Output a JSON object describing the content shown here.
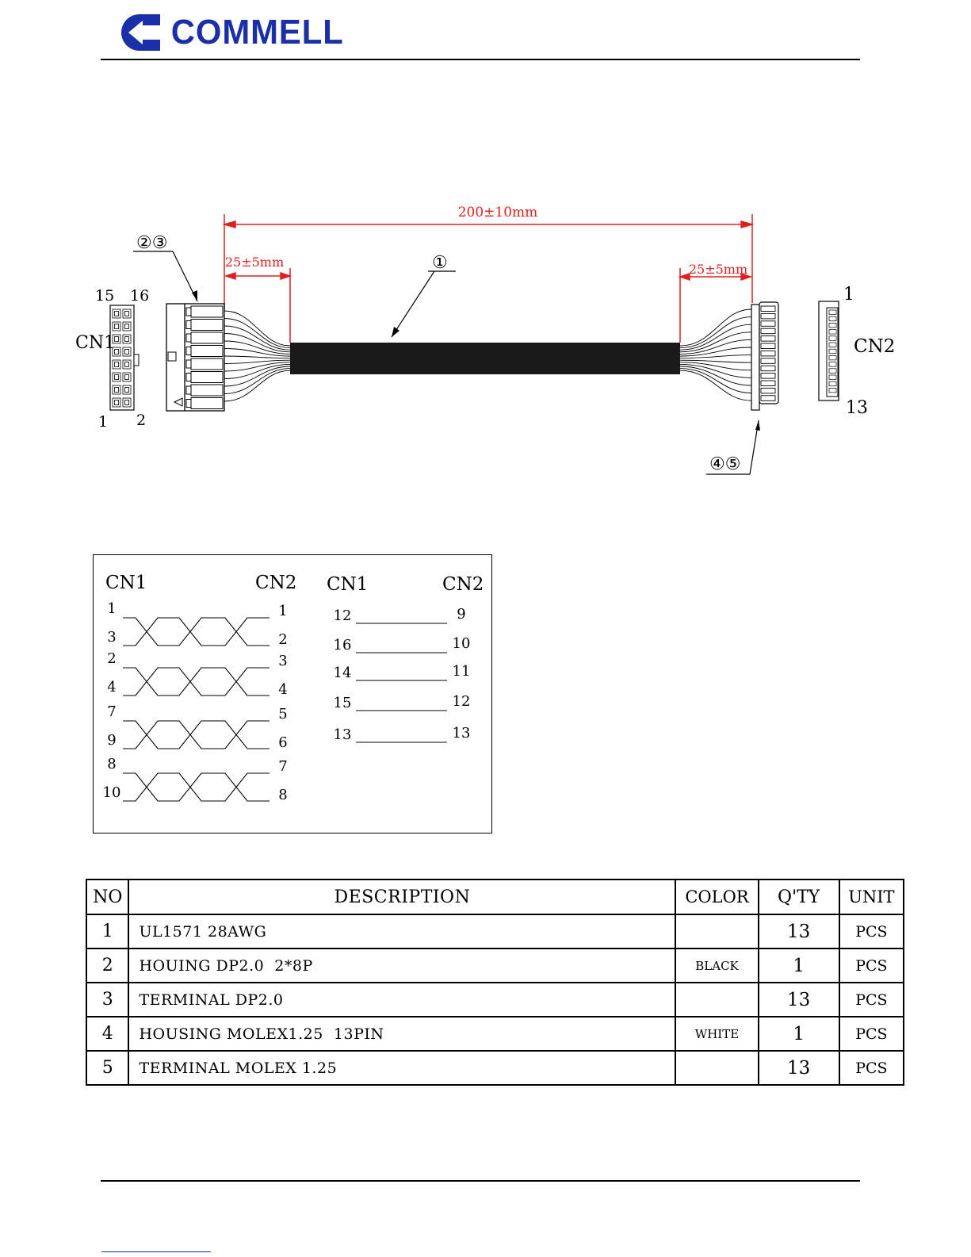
{
  "header": {
    "logo_text": "COMMELL"
  },
  "cable_drawing": {
    "total_length": "200±10mm",
    "left_strip_length": "25±5mm",
    "right_strip_length": "25±5mm",
    "callout_cable": "①",
    "callout_left": "②③",
    "callout_right": "④⑤",
    "cn1": {
      "label": "CN1",
      "pin_tl": "15",
      "pin_tr": "16",
      "pin_bl": "1",
      "pin_br": "2"
    },
    "cn2": {
      "label": "CN2",
      "pin_top": "1",
      "pin_bottom": "13"
    }
  },
  "wiring": {
    "left_header_cn1": "CN1",
    "left_header_cn2": "CN2",
    "right_header_cn1": "CN1",
    "right_header_cn2": "CN2",
    "twisted_pairs": [
      {
        "cn1": [
          "1",
          "3"
        ],
        "cn2": [
          "1",
          "2"
        ]
      },
      {
        "cn1": [
          "2",
          "4"
        ],
        "cn2": [
          "3",
          "4"
        ]
      },
      {
        "cn1": [
          "7",
          "9"
        ],
        "cn2": [
          "5",
          "6"
        ]
      },
      {
        "cn1": [
          "8",
          "10"
        ],
        "cn2": [
          "7",
          "8"
        ]
      }
    ],
    "straight": [
      {
        "cn1": "12",
        "cn2": "9"
      },
      {
        "cn1": "16",
        "cn2": "10"
      },
      {
        "cn1": "14",
        "cn2": "11"
      },
      {
        "cn1": "15",
        "cn2": "12"
      },
      {
        "cn1": "13",
        "cn2": "13"
      }
    ]
  },
  "bom": {
    "headers": {
      "no": "NO",
      "description": "DESCRIPTION",
      "color": "COLOR",
      "qty": "Q'TY",
      "unit": "UNIT"
    },
    "rows": [
      {
        "no": "1",
        "description": "UL1571 28AWG",
        "color": "",
        "qty": "13",
        "unit": "PCS"
      },
      {
        "no": "2",
        "description": "HOUING DP2.0  2*8P",
        "color": "BLACK",
        "qty": "1",
        "unit": "PCS"
      },
      {
        "no": "3",
        "description": "TERMINAL DP2.0",
        "color": "",
        "qty": "13",
        "unit": "PCS"
      },
      {
        "no": "4",
        "description": "HOUSING MOLEX1.25  13PIN",
        "color": "WHITE",
        "qty": "1",
        "unit": "PCS"
      },
      {
        "no": "5",
        "description": "TERMINAL MOLEX 1.25",
        "color": "",
        "qty": "13",
        "unit": "PCS"
      }
    ]
  }
}
